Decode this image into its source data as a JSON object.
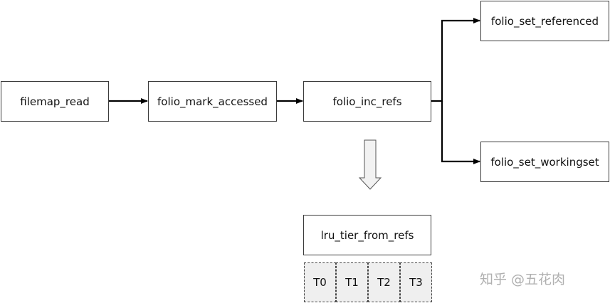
{
  "nodes": {
    "filemap_read": "filemap_read",
    "folio_mark_accessed": "folio_mark_accessed",
    "folio_inc_refs": "folio_inc_refs",
    "folio_set_referenced": "folio_set_referenced",
    "folio_set_workingset": "folio_set_workingset",
    "lru_tier_from_refs": "lru_tier_from_refs"
  },
  "tiers": [
    "T0",
    "T1",
    "T2",
    "T3"
  ],
  "watermark": "知乎 @五花肉",
  "colors": {
    "box_border": "#3a3a3a",
    "tier_fill": "#efefef",
    "arrow": "#000000",
    "hollow_arrow_fill": "#f2f2f2",
    "watermark": "#b0b0b0"
  }
}
